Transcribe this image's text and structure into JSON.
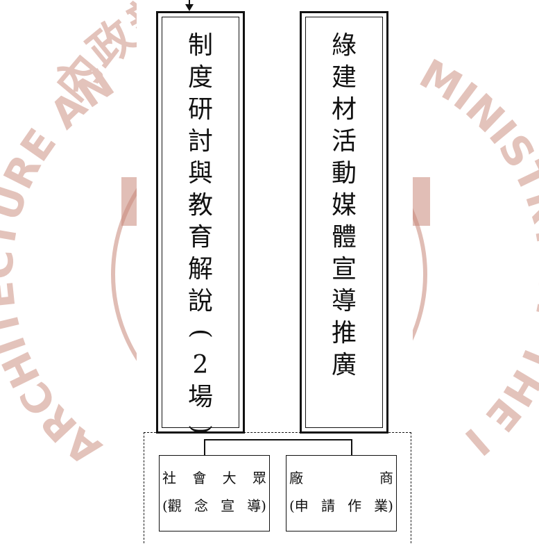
{
  "watermark": {
    "left_text": "ARCHITECTURE AND BUILDING",
    "right_text": "MINISTRY OF THE INTERIOR",
    "top_text": "內政部建築研究所",
    "color": "#c8887a"
  },
  "boxes": {
    "left": {
      "chars": [
        "制",
        "度",
        "研",
        "討",
        "與",
        "教",
        "育",
        "解",
        "說",
        "(",
        "2",
        "場",
        ")"
      ]
    },
    "right": {
      "chars": [
        "綠",
        "建",
        "材",
        "活",
        "動",
        "媒",
        "體",
        "宣",
        "導",
        "推",
        "廣"
      ]
    }
  },
  "sub_boxes": {
    "public": {
      "line1": [
        "社",
        "會",
        "大",
        "眾"
      ],
      "line2": [
        "(觀",
        "念",
        "宣",
        "導)"
      ]
    },
    "vendor": {
      "line1": [
        "廠",
        "商"
      ],
      "line2": [
        "(申",
        "請",
        "作",
        "業)"
      ]
    }
  },
  "colors": {
    "ink": "#111111",
    "watermark": "#c8887a"
  }
}
